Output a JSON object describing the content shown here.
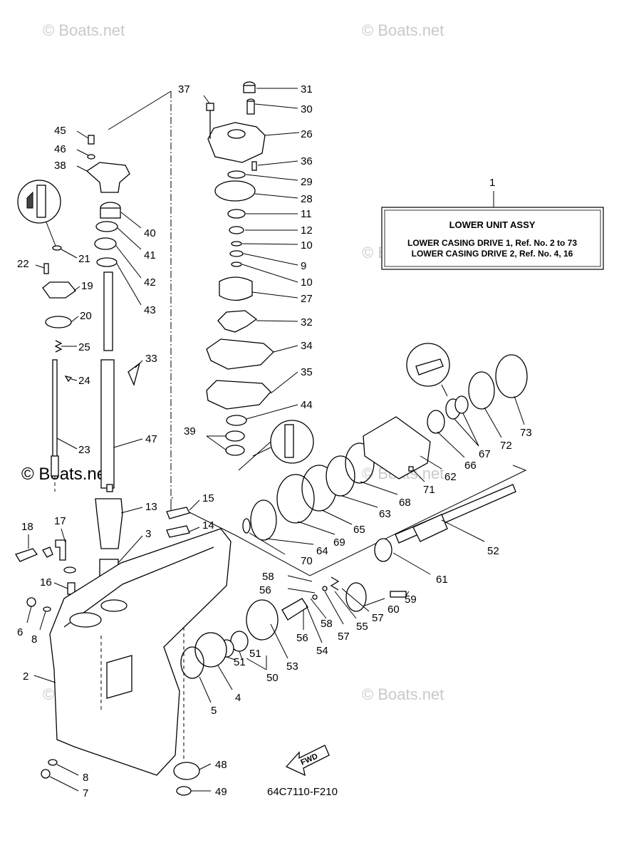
{
  "watermarks": {
    "brand": "© Boats.net"
  },
  "diagram_code": "64C7110-F210",
  "fwd_label": "FWD",
  "assy_box": {
    "ref_number": "1",
    "title": "LOWER  UNIT  ASSY",
    "line1": "LOWER CASING DRIVE 1,  Ref. No. 2 to 73",
    "line2": "LOWER CASING DRIVE 2,  Ref. No. 4, 16"
  },
  "callouts": {
    "c2": "2",
    "c3": "3",
    "c4": "4",
    "c5": "5",
    "c6": "6",
    "c7": "7",
    "c8a": "8",
    "c8b": "8",
    "c9": "9",
    "c10a": "10",
    "c10b": "10",
    "c11": "11",
    "c12": "12",
    "c13": "13",
    "c14": "14",
    "c15": "15",
    "c16": "16",
    "c17": "17",
    "c18": "18",
    "c19": "19",
    "c20": "20",
    "c21": "21",
    "c22": "22",
    "c23": "23",
    "c24": "24",
    "c25": "25",
    "c26": "26",
    "c27": "27",
    "c28": "28",
    "c29": "29",
    "c30": "30",
    "c31": "31",
    "c32": "32",
    "c33": "33",
    "c34": "34",
    "c35": "35",
    "c36": "36",
    "c37": "37",
    "c38": "38",
    "c39": "39",
    "c40": "40",
    "c41": "41",
    "c42": "42",
    "c43": "43",
    "c44": "44",
    "c45": "45",
    "c46": "46",
    "c47": "47",
    "c48": "48",
    "c49": "49",
    "c50": "50",
    "c51a": "51",
    "c51b": "51",
    "c52": "52",
    "c53": "53",
    "c54": "54",
    "c55": "55",
    "c56a": "56",
    "c56b": "56",
    "c57a": "57",
    "c57b": "57",
    "c58a": "58",
    "c58b": "58",
    "c59": "59",
    "c60": "60",
    "c61": "61",
    "c62": "62",
    "c63": "63",
    "c64": "64",
    "c65": "65",
    "c66": "66",
    "c67": "67",
    "c68": "68",
    "c69": "69",
    "c70": "70",
    "c71": "71",
    "c72": "72",
    "c73": "73"
  }
}
